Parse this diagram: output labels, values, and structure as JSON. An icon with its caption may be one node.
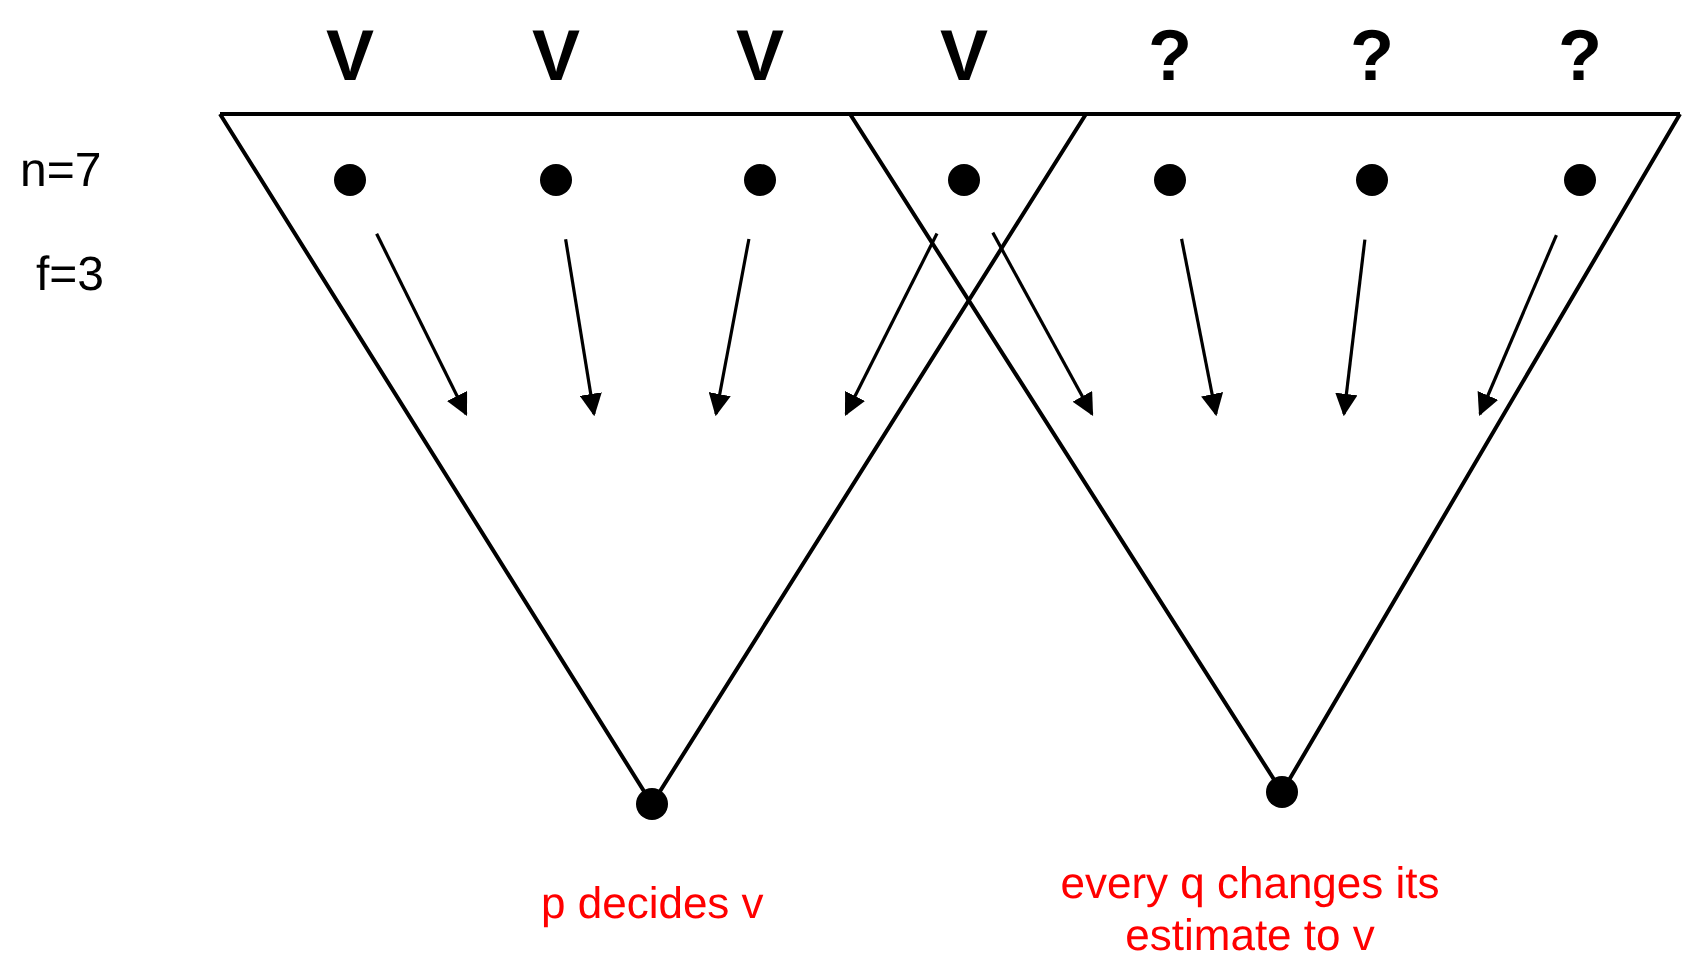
{
  "diagram": {
    "nodes": [
      {
        "text": [],
        "shape": "circle",
        "beside": [
          "V"
        ]
      },
      {
        "text": [],
        "shape": "circle",
        "beside": [
          "V"
        ]
      },
      {
        "text": [],
        "shape": "circle",
        "beside": [
          "V"
        ]
      },
      {
        "text": [],
        "shape": "circle",
        "beside": [
          "V"
        ]
      },
      {
        "text": [],
        "shape": "circle",
        "beside": [
          "?"
        ]
      },
      {
        "text": [],
        "shape": "circle",
        "beside": [
          "?"
        ]
      },
      {
        "text": [],
        "shape": "circle",
        "beside": [
          "?"
        ]
      },
      {
        "text": [],
        "shape": "circle",
        "beside": [
          "p decides v"
        ]
      },
      {
        "text": [],
        "shape": "circle",
        "beside": [
          "every q changes its estimate to v"
        ]
      }
    ],
    "edges": [
      {
        "from": 0,
        "to": null,
        "arrow": "to"
      },
      {
        "from": 1,
        "to": null,
        "arrow": "to"
      },
      {
        "from": 2,
        "to": null,
        "arrow": "to"
      },
      {
        "from": 3,
        "to": null,
        "arrow": "to"
      },
      {
        "from": 3,
        "to": null,
        "arrow": "to"
      },
      {
        "from": 4,
        "to": null,
        "arrow": "to"
      },
      {
        "from": 5,
        "to": null,
        "arrow": "to"
      },
      {
        "from": 6,
        "to": null,
        "arrow": "to"
      }
    ],
    "labels": [
      "n=7",
      "f=3"
    ]
  }
}
